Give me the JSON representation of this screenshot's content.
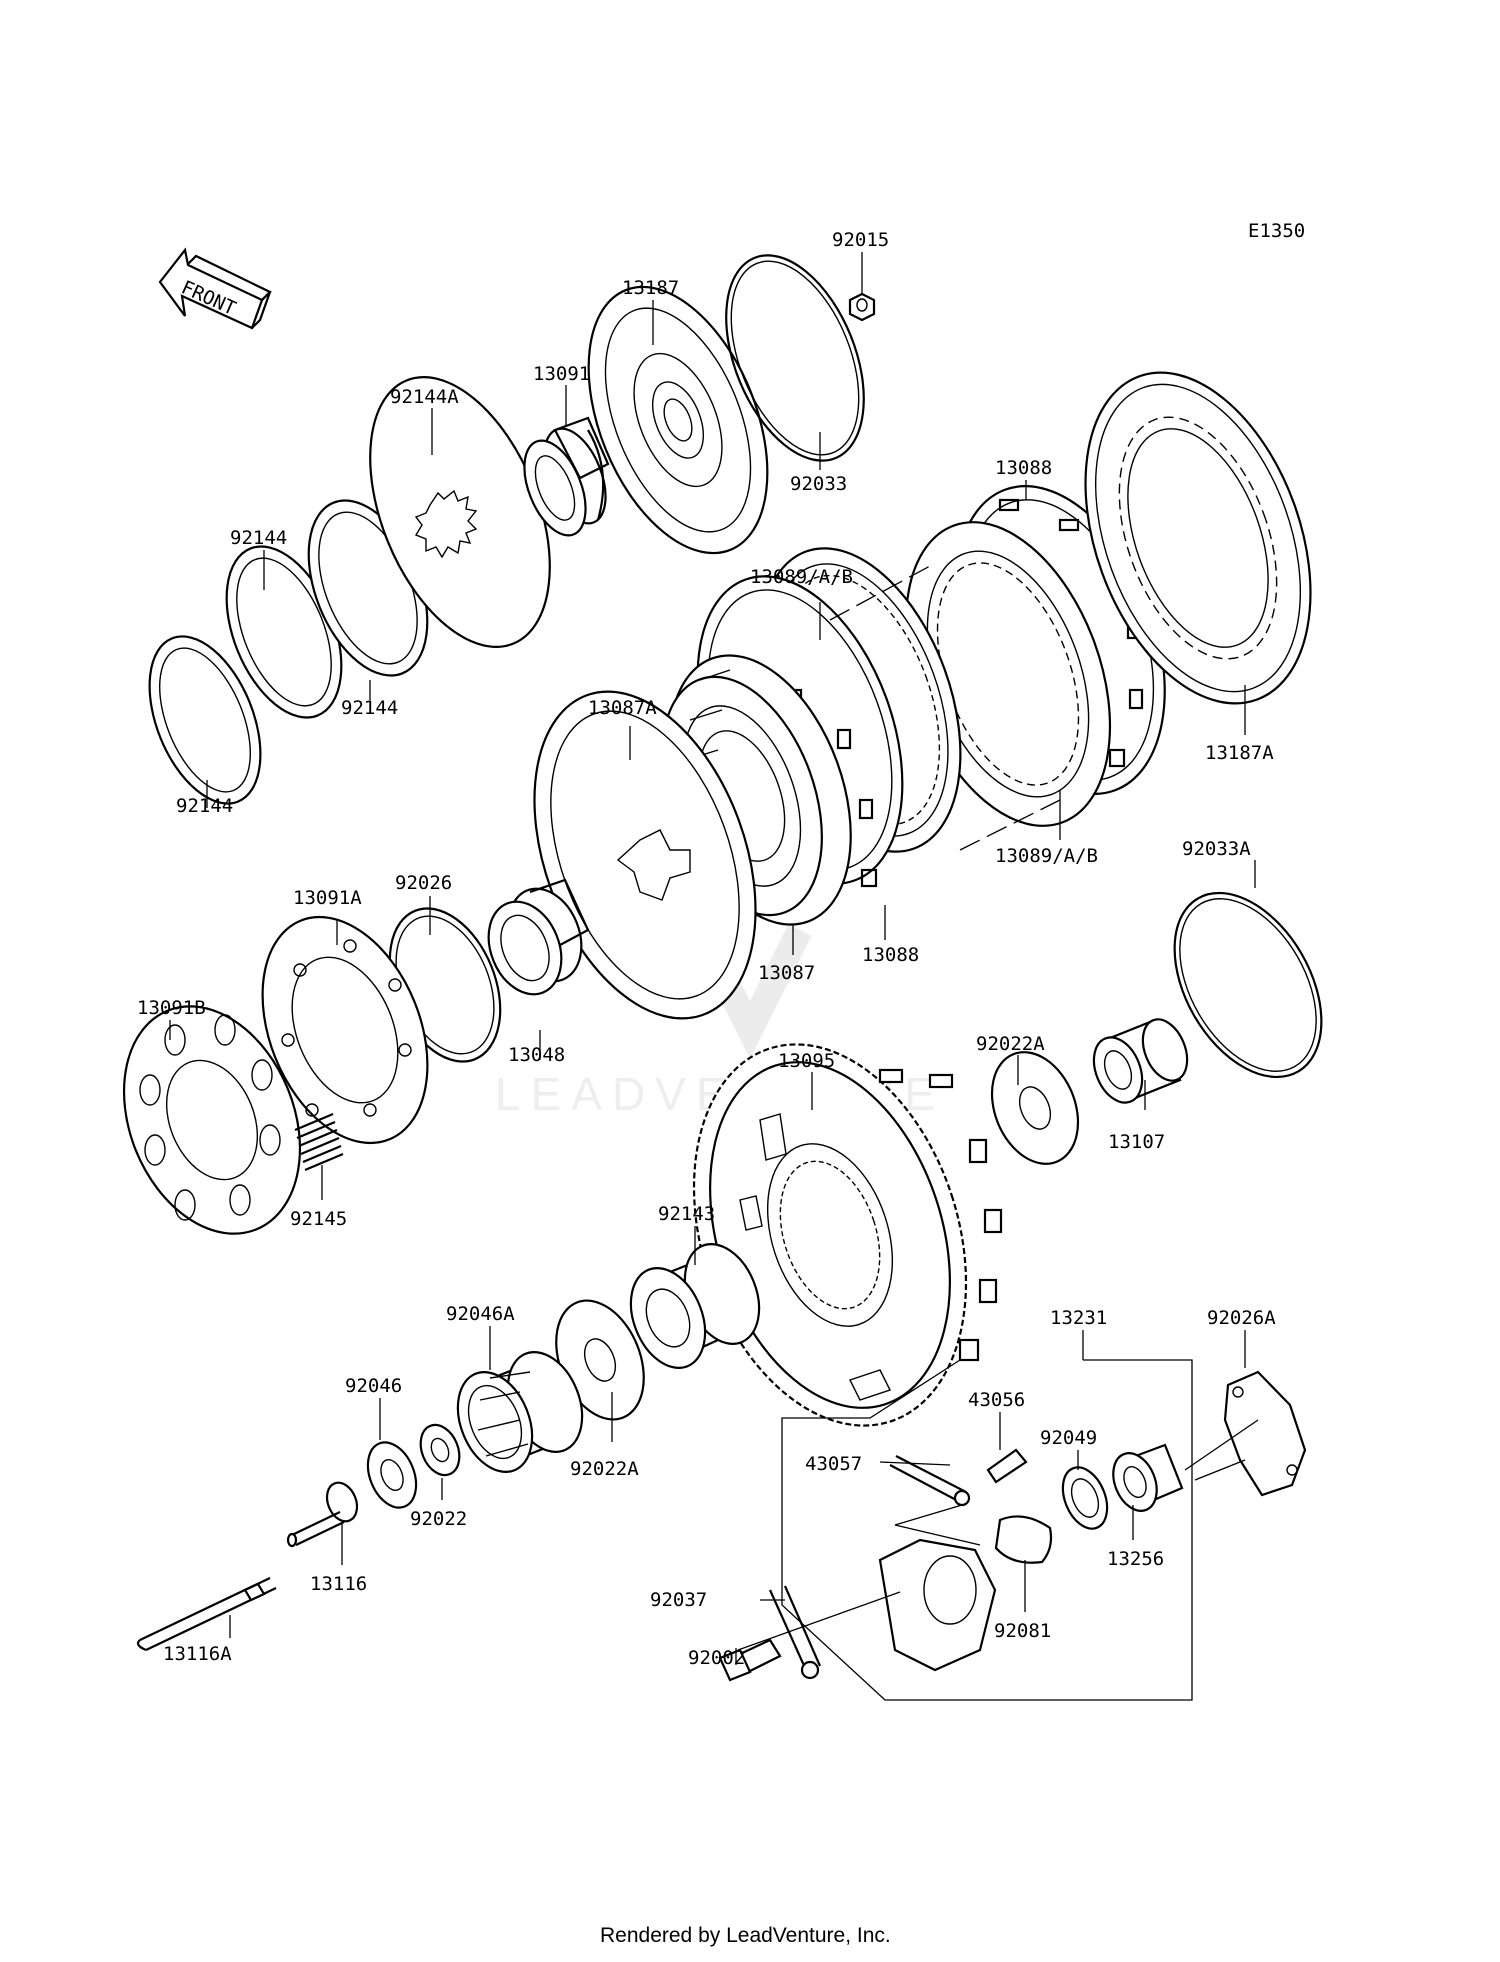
{
  "diagram_code": "E1350",
  "direction_label": "FRONT",
  "watermark": "LEADVENTURE",
  "footer": "Rendered by LeadVenture, Inc.",
  "parts": [
    {
      "id": "92015",
      "label": "92015"
    },
    {
      "id": "13187",
      "label": "13187"
    },
    {
      "id": "13091",
      "label": "13091"
    },
    {
      "id": "92144A",
      "label": "92144A"
    },
    {
      "id": "92033",
      "label": "92033"
    },
    {
      "id": "13088-top",
      "label": "13088"
    },
    {
      "id": "92144-a",
      "label": "92144"
    },
    {
      "id": "92144-b",
      "label": "92144"
    },
    {
      "id": "92144-c",
      "label": "92144"
    },
    {
      "id": "13089-top",
      "label": "13089/A/B"
    },
    {
      "id": "13087A",
      "label": "13087A"
    },
    {
      "id": "13187A",
      "label": "13187A"
    },
    {
      "id": "13089-bottom",
      "label": "13089/A/B"
    },
    {
      "id": "92033A",
      "label": "92033A"
    },
    {
      "id": "92026",
      "label": "92026"
    },
    {
      "id": "13091A",
      "label": "13091A"
    },
    {
      "id": "13091B",
      "label": "13091B"
    },
    {
      "id": "13087",
      "label": "13087"
    },
    {
      "id": "13088-bottom",
      "label": "13088"
    },
    {
      "id": "13048",
      "label": "13048"
    },
    {
      "id": "13095",
      "label": "13095"
    },
    {
      "id": "92022A-top",
      "label": "92022A"
    },
    {
      "id": "13107",
      "label": "13107"
    },
    {
      "id": "92145",
      "label": "92145"
    },
    {
      "id": "92143",
      "label": "92143"
    },
    {
      "id": "92046A",
      "label": "92046A"
    },
    {
      "id": "13231",
      "label": "13231"
    },
    {
      "id": "92026A",
      "label": "92026A"
    },
    {
      "id": "92046",
      "label": "92046"
    },
    {
      "id": "43056",
      "label": "43056"
    },
    {
      "id": "92049",
      "label": "92049"
    },
    {
      "id": "43057",
      "label": "43057"
    },
    {
      "id": "92022A-bottom",
      "label": "92022A"
    },
    {
      "id": "92022",
      "label": "92022"
    },
    {
      "id": "13116",
      "label": "13116"
    },
    {
      "id": "13256",
      "label": "13256"
    },
    {
      "id": "92037",
      "label": "92037"
    },
    {
      "id": "92081",
      "label": "92081"
    },
    {
      "id": "92002",
      "label": "92002"
    },
    {
      "id": "13116A",
      "label": "13116A"
    }
  ]
}
